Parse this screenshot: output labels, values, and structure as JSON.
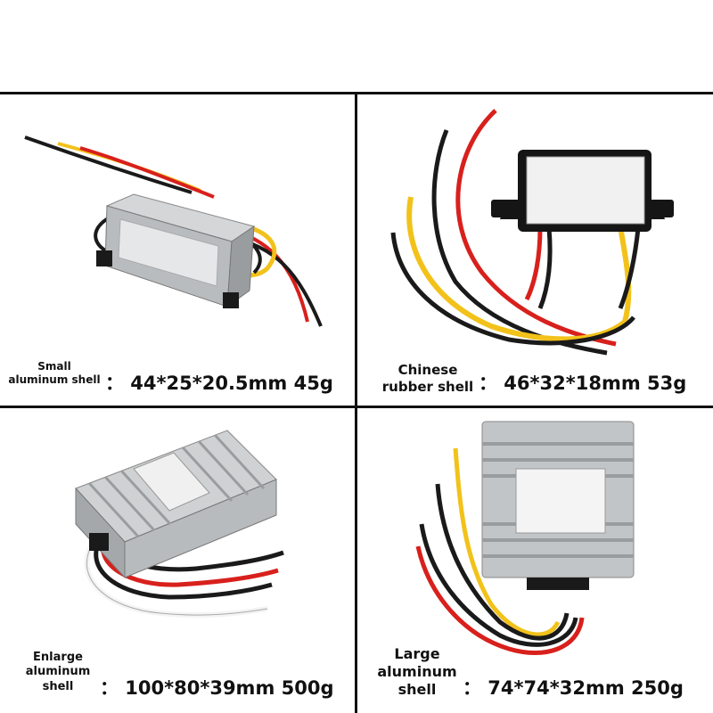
{
  "products": [
    {
      "name_lines": [
        "Small",
        "aluminum shell"
      ],
      "spec": "： 44*25*20.5mm  45g"
    },
    {
      "name_lines": [
        "Chinese",
        "rubber shell"
      ],
      "spec": "： 46*32*18mm  53g"
    },
    {
      "name_lines": [
        "Enlarge",
        "aluminum",
        "shell"
      ],
      "spec": "： 100*80*39mm  500g"
    },
    {
      "name_lines": [
        "Large",
        "aluminum",
        "shell"
      ],
      "spec": "： 74*74*32mm  250g"
    }
  ],
  "wire_colors": {
    "red": "#d8201c",
    "yellow": "#f2c21a",
    "black": "#1a1a1a",
    "white": "#f4f4f4"
  },
  "shell_colors": {
    "aluminum": "#b9bcbf",
    "rubber": "#151515"
  }
}
